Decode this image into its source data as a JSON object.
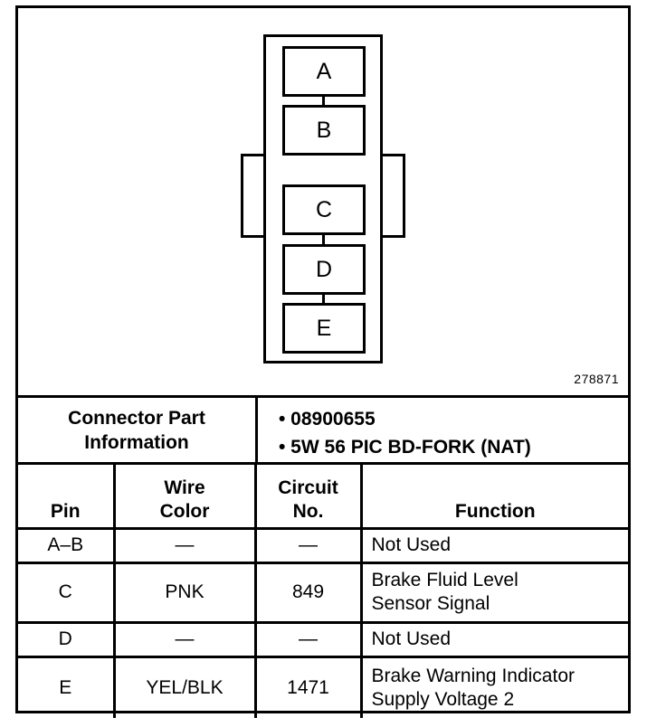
{
  "connector": {
    "cavities": [
      "A",
      "B",
      "C",
      "D",
      "E"
    ],
    "part_number": "278871"
  },
  "info": {
    "label_line1": "Connector Part",
    "label_line2": "Information",
    "items": [
      "• 08900655",
      "• 5W 56 PIC BD-FORK (NAT)"
    ]
  },
  "table": {
    "headers": {
      "pin": "Pin",
      "wire_color_line1": "Wire",
      "wire_color_line2": "Color",
      "circuit_line1": "Circuit",
      "circuit_line2": "No.",
      "function": "Function"
    },
    "rows": [
      {
        "pin": "A–B",
        "wire": "—",
        "circuit": "—",
        "function_line1": "Not Used",
        "function_line2": ""
      },
      {
        "pin": "C",
        "wire": "PNK",
        "circuit": "849",
        "function_line1": "Brake Fluid Level",
        "function_line2": "Sensor Signal"
      },
      {
        "pin": "D",
        "wire": "—",
        "circuit": "—",
        "function_line1": "Not Used",
        "function_line2": ""
      },
      {
        "pin": "E",
        "wire": "YEL/BLK",
        "circuit": "1471",
        "function_line1": "Brake Warning Indicator",
        "function_line2": "Supply Voltage 2"
      }
    ]
  }
}
